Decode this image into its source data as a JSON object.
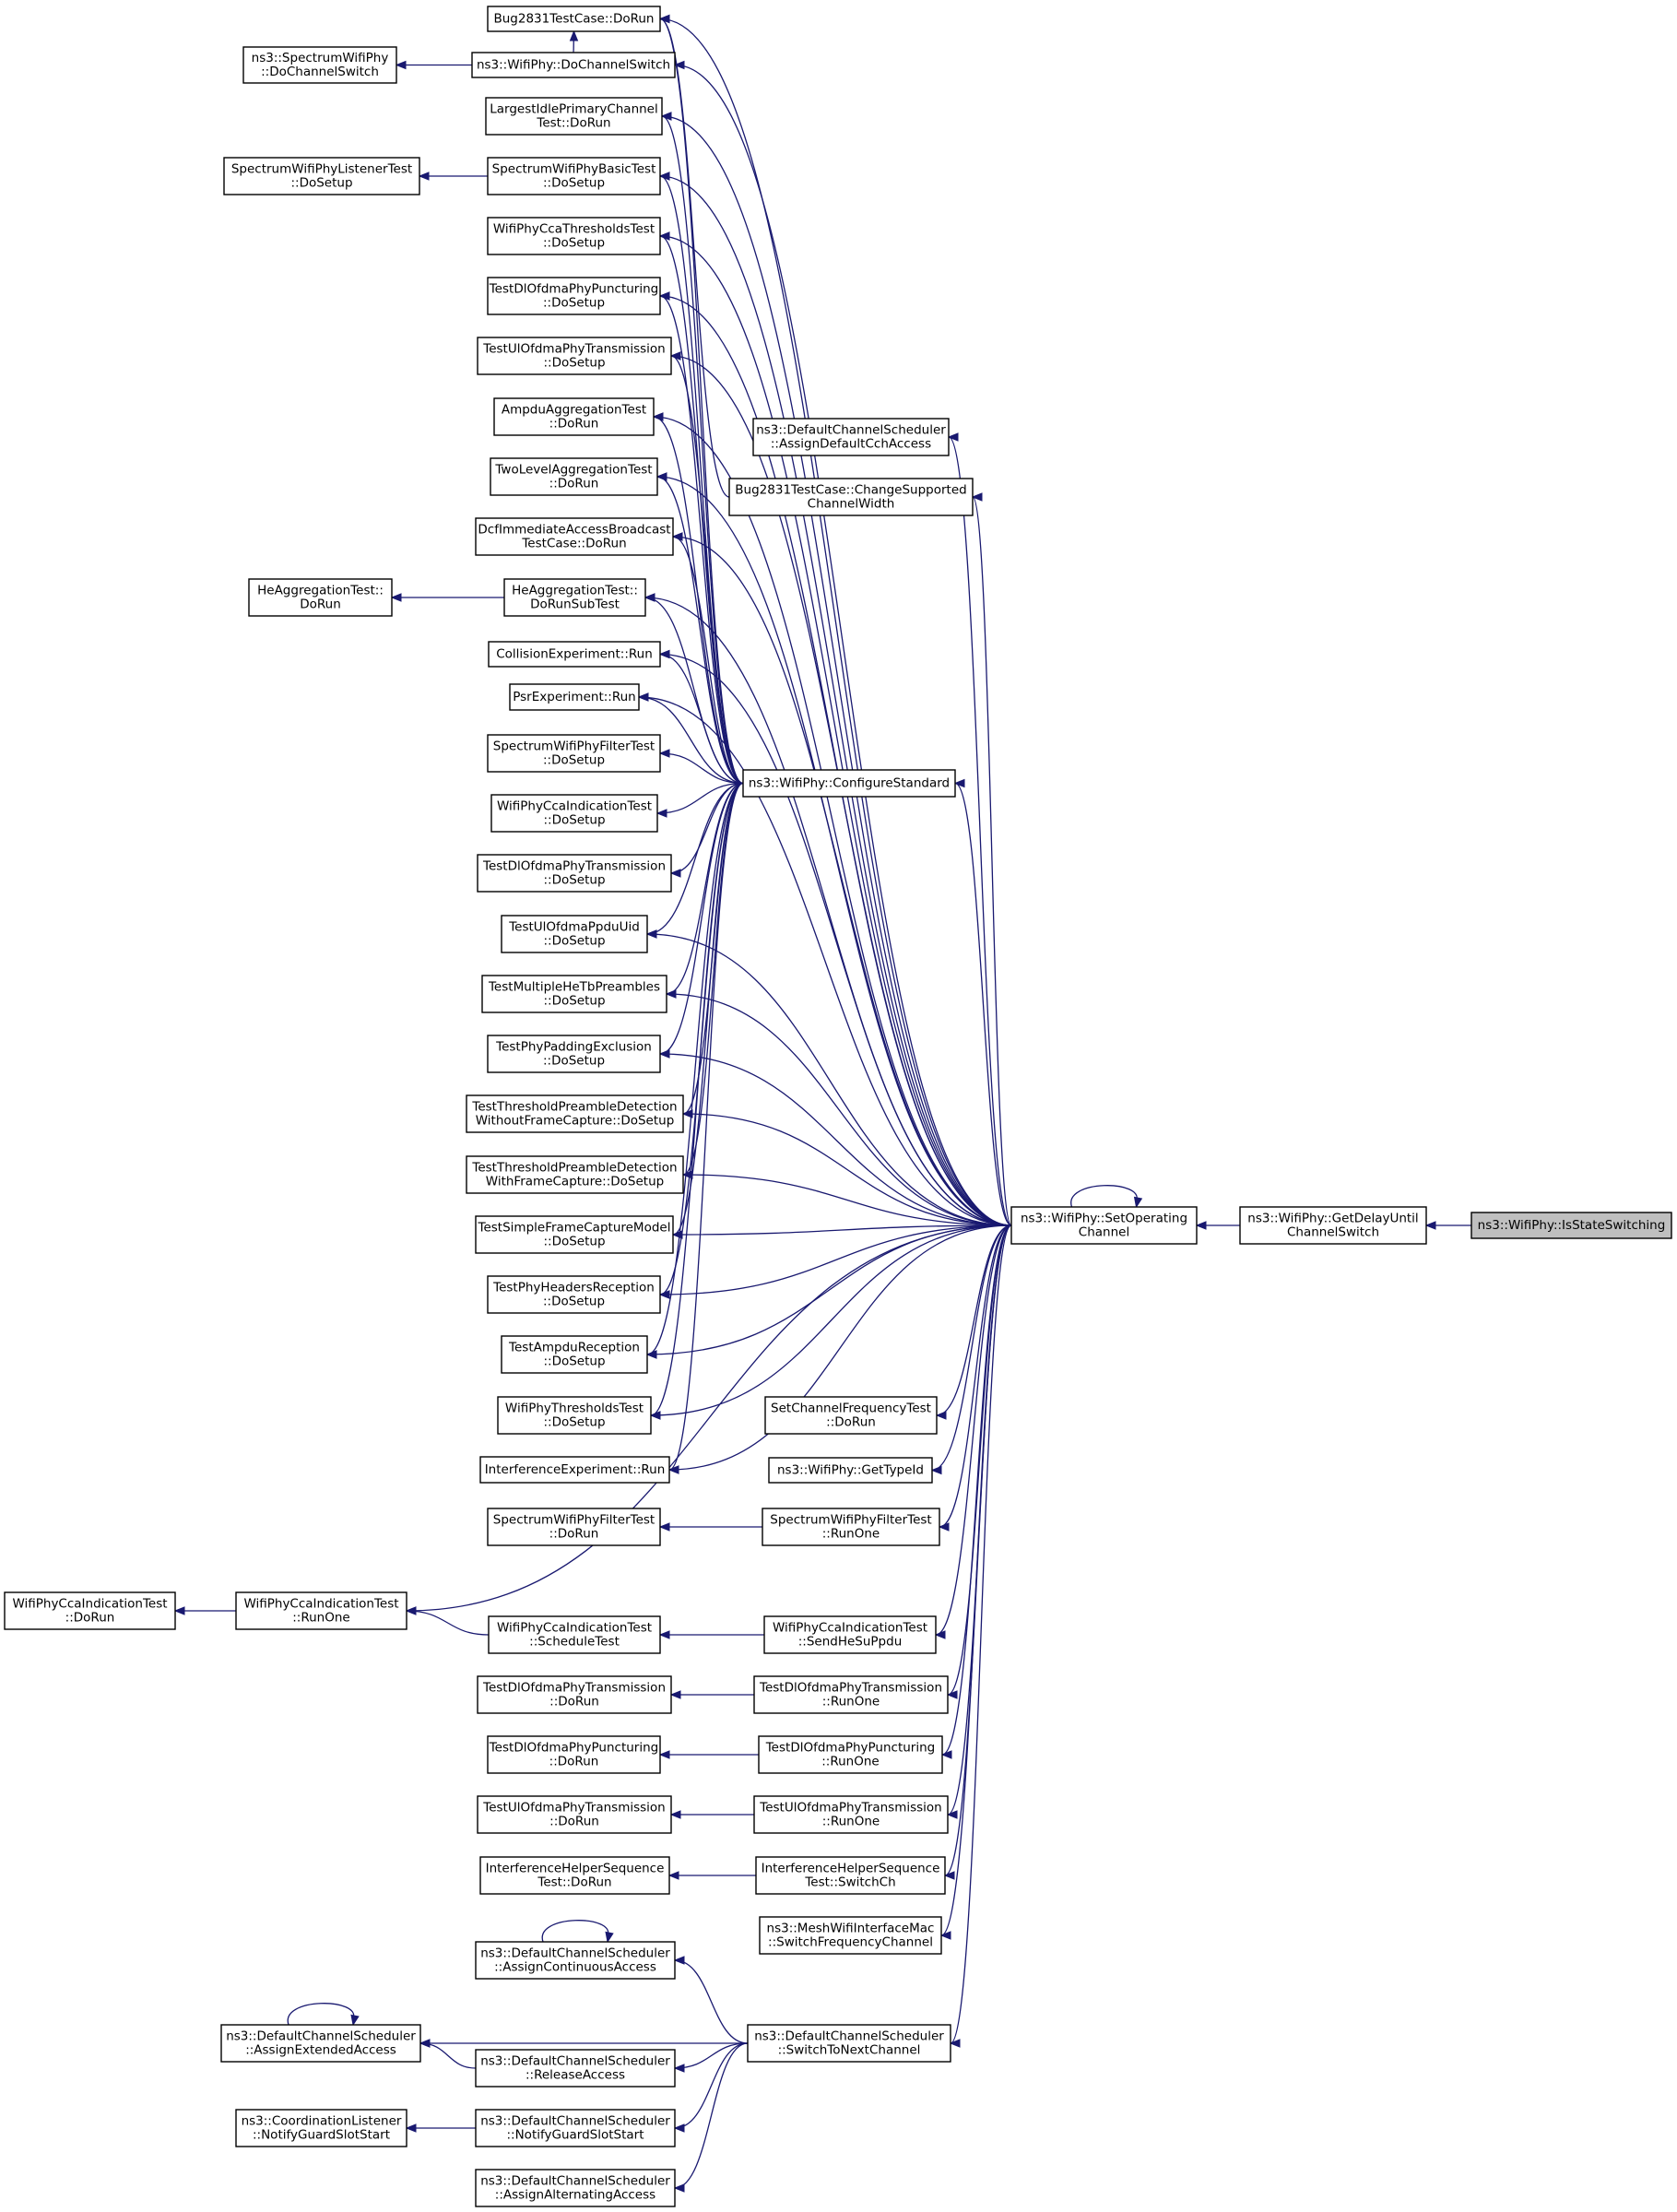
{
  "colors": {
    "edge": "#191970",
    "node_border": "#000000",
    "node_fill": "#ffffff",
    "highlight_fill": "#bfbfbf"
  },
  "nodes": [
    {
      "id": "isstate",
      "lines": [
        "ns3::WifiPhy::IsStateSwitching"
      ],
      "highlight": true
    },
    {
      "id": "getdelay",
      "lines": [
        "ns3::WifiPhy::GetDelayUntil",
        "ChannelSwitch"
      ]
    },
    {
      "id": "setop",
      "lines": [
        "ns3::WifiPhy::SetOperating",
        "Channel"
      ]
    },
    {
      "id": "configstd",
      "lines": [
        "ns3::WifiPhy::ConfigureStandard"
      ]
    },
    {
      "id": "dochsw",
      "lines": [
        "ns3::WifiPhy::DoChannelSwitch"
      ]
    },
    {
      "id": "specdochsw",
      "lines": [
        "ns3::SpectrumWifiPhy",
        "::DoChannelSwitch"
      ]
    },
    {
      "id": "bug_dorun",
      "lines": [
        "Bug2831TestCase::DoRun"
      ]
    },
    {
      "id": "largest",
      "lines": [
        "LargestIdlePrimaryChannel",
        "Test::DoRun"
      ]
    },
    {
      "id": "specbasic",
      "lines": [
        "SpectrumWifiPhyBasicTest",
        "::DoSetup"
      ]
    },
    {
      "id": "speclistener",
      "lines": [
        "SpectrumWifiPhyListenerTest",
        "::DoSetup"
      ]
    },
    {
      "id": "ccathresh",
      "lines": [
        "WifiPhyCcaThresholdsTest",
        "::DoSetup"
      ]
    },
    {
      "id": "dlpunct_setup",
      "lines": [
        "TestDlOfdmaPhyPuncturing",
        "::DoSetup"
      ]
    },
    {
      "id": "ultrans_setup",
      "lines": [
        "TestUlOfdmaPhyTransmission",
        "::DoSetup"
      ]
    },
    {
      "id": "ampduagg",
      "lines": [
        "AmpduAggregationTest",
        "::DoRun"
      ]
    },
    {
      "id": "twolevel",
      "lines": [
        "TwoLevelAggregationTest",
        "::DoRun"
      ]
    },
    {
      "id": "dcfimm",
      "lines": [
        "DcfImmediateAccessBroadcast",
        "TestCase::DoRun"
      ]
    },
    {
      "id": "heaggsub",
      "lines": [
        "HeAggregationTest::",
        "DoRunSubTest"
      ]
    },
    {
      "id": "heagg",
      "lines": [
        "HeAggregationTest::",
        "DoRun"
      ]
    },
    {
      "id": "collision",
      "lines": [
        "CollisionExperiment::Run"
      ]
    },
    {
      "id": "psr",
      "lines": [
        "PsrExperiment::Run"
      ]
    },
    {
      "id": "specfilter_setup",
      "lines": [
        "SpectrumWifiPhyFilterTest",
        "::DoSetup"
      ]
    },
    {
      "id": "ccaind_setup",
      "lines": [
        "WifiPhyCcaIndicationTest",
        "::DoSetup"
      ]
    },
    {
      "id": "dltrans_setup",
      "lines": [
        "TestDlOfdmaPhyTransmission",
        "::DoSetup"
      ]
    },
    {
      "id": "ulppdu",
      "lines": [
        "TestUlOfdmaPpduUid",
        "::DoSetup"
      ]
    },
    {
      "id": "multihe",
      "lines": [
        "TestMultipleHeTbPreambles",
        "::DoSetup"
      ]
    },
    {
      "id": "phypad",
      "lines": [
        "TestPhyPaddingExclusion",
        "::DoSetup"
      ]
    },
    {
      "id": "thrwithout",
      "lines": [
        "TestThresholdPreambleDetection",
        "WithoutFrameCapture::DoSetup"
      ]
    },
    {
      "id": "thrwith",
      "lines": [
        "TestThresholdPreambleDetection",
        "WithFrameCapture::DoSetup"
      ]
    },
    {
      "id": "simplefc",
      "lines": [
        "TestSimpleFrameCaptureModel",
        "::DoSetup"
      ]
    },
    {
      "id": "phyhdr",
      "lines": [
        "TestPhyHeadersReception",
        "::DoSetup"
      ]
    },
    {
      "id": "ampdurx",
      "lines": [
        "TestAmpduReception",
        "::DoSetup"
      ]
    },
    {
      "id": "thresholds",
      "lines": [
        "WifiPhyThresholdsTest",
        "::DoSetup"
      ]
    },
    {
      "id": "interfexp",
      "lines": [
        "InterferenceExperiment::Run"
      ]
    },
    {
      "id": "defcch",
      "lines": [
        "ns3::DefaultChannelScheduler",
        "::AssignDefaultCchAccess"
      ]
    },
    {
      "id": "bugchange",
      "lines": [
        "Bug2831TestCase::ChangeSupported",
        "ChannelWidth"
      ]
    },
    {
      "id": "setchfreq",
      "lines": [
        "SetChannelFrequencyTest",
        "::DoRun"
      ]
    },
    {
      "id": "gettypeid",
      "lines": [
        "ns3::WifiPhy::GetTypeId"
      ]
    },
    {
      "id": "specfilter_dorun",
      "lines": [
        "SpectrumWifiPhyFilterTest",
        "::DoRun"
      ]
    },
    {
      "id": "specfilter_runone",
      "lines": [
        "SpectrumWifiPhyFilterTest",
        "::RunOne"
      ]
    },
    {
      "id": "ccaind_dorun",
      "lines": [
        "WifiPhyCcaIndicationTest",
        "::DoRun"
      ]
    },
    {
      "id": "ccaind_runone",
      "lines": [
        "WifiPhyCcaIndicationTest",
        "::RunOne"
      ]
    },
    {
      "id": "ccaind_sched",
      "lines": [
        "WifiPhyCcaIndicationTest",
        "::ScheduleTest"
      ]
    },
    {
      "id": "ccaind_sendhesu",
      "lines": [
        "WifiPhyCcaIndicationTest",
        "::SendHeSuPpdu"
      ]
    },
    {
      "id": "dltrans_dorun",
      "lines": [
        "TestDlOfdmaPhyTransmission",
        "::DoRun"
      ]
    },
    {
      "id": "dltrans_runone",
      "lines": [
        "TestDlOfdmaPhyTransmission",
        "::RunOne"
      ]
    },
    {
      "id": "dlpunct_dorun",
      "lines": [
        "TestDlOfdmaPhyPuncturing",
        "::DoRun"
      ]
    },
    {
      "id": "dlpunct_runone",
      "lines": [
        "TestDlOfdmaPhyPuncturing",
        "::RunOne"
      ]
    },
    {
      "id": "ultrans_dorun",
      "lines": [
        "TestUlOfdmaPhyTransmission",
        "::DoRun"
      ]
    },
    {
      "id": "ultrans_runone",
      "lines": [
        "TestUlOfdmaPhyTransmission",
        "::RunOne"
      ]
    },
    {
      "id": "ihseq_dorun",
      "lines": [
        "InterferenceHelperSequence",
        "Test::DoRun"
      ]
    },
    {
      "id": "ihseq_switch",
      "lines": [
        "InterferenceHelperSequence",
        "Test::SwitchCh"
      ]
    },
    {
      "id": "meshswitch",
      "lines": [
        "ns3::MeshWifiInterfaceMac",
        "::SwitchFrequencyChannel"
      ]
    },
    {
      "id": "assigncont",
      "lines": [
        "ns3::DefaultChannelScheduler",
        "::AssignContinuousAccess"
      ]
    },
    {
      "id": "assignext",
      "lines": [
        "ns3::DefaultChannelScheduler",
        "::AssignExtendedAccess"
      ]
    },
    {
      "id": "release",
      "lines": [
        "ns3::DefaultChannelScheduler",
        "::ReleaseAccess"
      ]
    },
    {
      "id": "coordnotify",
      "lines": [
        "ns3::CoordinationListener",
        "::NotifyGuardSlotStart"
      ]
    },
    {
      "id": "schednotify",
      "lines": [
        "ns3::DefaultChannelScheduler",
        "::NotifyGuardSlotStart"
      ]
    },
    {
      "id": "assignalt",
      "lines": [
        "ns3::DefaultChannelScheduler",
        "::AssignAlternatingAccess"
      ]
    },
    {
      "id": "switchnext",
      "lines": [
        "ns3::DefaultChannelScheduler",
        "::SwitchToNextChannel"
      ]
    }
  ],
  "edges": [
    [
      "getdelay",
      "isstate"
    ],
    [
      "setop",
      "getdelay"
    ],
    [
      "setop",
      "setop"
    ],
    [
      "configstd",
      "setop"
    ],
    [
      "dochsw",
      "setop"
    ],
    [
      "specdochsw",
      "dochsw"
    ],
    [
      "bug_dorun",
      "dochsw"
    ],
    [
      "bug_dorun",
      "bugchange"
    ],
    [
      "bug_dorun",
      "configstd"
    ],
    [
      "bug_dorun",
      "setop"
    ],
    [
      "largest",
      "configstd"
    ],
    [
      "largest",
      "setop"
    ],
    [
      "specbasic",
      "configstd"
    ],
    [
      "specbasic",
      "setop"
    ],
    [
      "speclistener",
      "specbasic"
    ],
    [
      "ccathresh",
      "configstd"
    ],
    [
      "ccathresh",
      "setop"
    ],
    [
      "dlpunct_setup",
      "configstd"
    ],
    [
      "dlpunct_setup",
      "setop"
    ],
    [
      "ultrans_setup",
      "configstd"
    ],
    [
      "ultrans_setup",
      "setop"
    ],
    [
      "ampduagg",
      "configstd"
    ],
    [
      "ampduagg",
      "setop"
    ],
    [
      "twolevel",
      "configstd"
    ],
    [
      "twolevel",
      "setop"
    ],
    [
      "dcfimm",
      "configstd"
    ],
    [
      "dcfimm",
      "setop"
    ],
    [
      "heaggsub",
      "configstd"
    ],
    [
      "heaggsub",
      "setop"
    ],
    [
      "heagg",
      "heaggsub"
    ],
    [
      "collision",
      "configstd"
    ],
    [
      "collision",
      "setop"
    ],
    [
      "psr",
      "configstd"
    ],
    [
      "psr",
      "setop"
    ],
    [
      "specfilter_setup",
      "configstd"
    ],
    [
      "ccaind_setup",
      "configstd"
    ],
    [
      "dltrans_setup",
      "configstd"
    ],
    [
      "ulppdu",
      "configstd"
    ],
    [
      "ulppdu",
      "setop"
    ],
    [
      "multihe",
      "configstd"
    ],
    [
      "multihe",
      "setop"
    ],
    [
      "phypad",
      "configstd"
    ],
    [
      "phypad",
      "setop"
    ],
    [
      "thrwithout",
      "configstd"
    ],
    [
      "thrwithout",
      "setop"
    ],
    [
      "thrwith",
      "configstd"
    ],
    [
      "thrwith",
      "setop"
    ],
    [
      "simplefc",
      "configstd"
    ],
    [
      "simplefc",
      "setop"
    ],
    [
      "phyhdr",
      "configstd"
    ],
    [
      "phyhdr",
      "setop"
    ],
    [
      "ampdurx",
      "configstd"
    ],
    [
      "ampdurx",
      "setop"
    ],
    [
      "thresholds",
      "configstd"
    ],
    [
      "thresholds",
      "setop"
    ],
    [
      "interfexp",
      "configstd"
    ],
    [
      "interfexp",
      "setop"
    ],
    [
      "defcch",
      "setop"
    ],
    [
      "bugchange",
      "setop"
    ],
    [
      "setchfreq",
      "setop"
    ],
    [
      "gettypeid",
      "setop"
    ],
    [
      "specfilter_dorun",
      "specfilter_runone"
    ],
    [
      "specfilter_runone",
      "setop"
    ],
    [
      "ccaind_dorun",
      "ccaind_runone"
    ],
    [
      "ccaind_runone",
      "setop"
    ],
    [
      "ccaind_runone",
      "ccaind_sched"
    ],
    [
      "ccaind_sched",
      "ccaind_sendhesu"
    ],
    [
      "ccaind_sendhesu",
      "setop"
    ],
    [
      "dltrans_dorun",
      "dltrans_runone"
    ],
    [
      "dltrans_runone",
      "setop"
    ],
    [
      "dlpunct_dorun",
      "dlpunct_runone"
    ],
    [
      "dlpunct_runone",
      "setop"
    ],
    [
      "ultrans_dorun",
      "ultrans_runone"
    ],
    [
      "ultrans_runone",
      "setop"
    ],
    [
      "ihseq_dorun",
      "ihseq_switch"
    ],
    [
      "ihseq_switch",
      "setop"
    ],
    [
      "meshswitch",
      "setop"
    ],
    [
      "switchnext",
      "setop"
    ],
    [
      "assigncont",
      "assigncont"
    ],
    [
      "assigncont",
      "switchnext"
    ],
    [
      "assignext",
      "assignext"
    ],
    [
      "assignext",
      "switchnext"
    ],
    [
      "assignext",
      "release"
    ],
    [
      "release",
      "switchnext"
    ],
    [
      "coordnotify",
      "schednotify"
    ],
    [
      "schednotify",
      "switchnext"
    ],
    [
      "assignalt",
      "switchnext"
    ]
  ]
}
